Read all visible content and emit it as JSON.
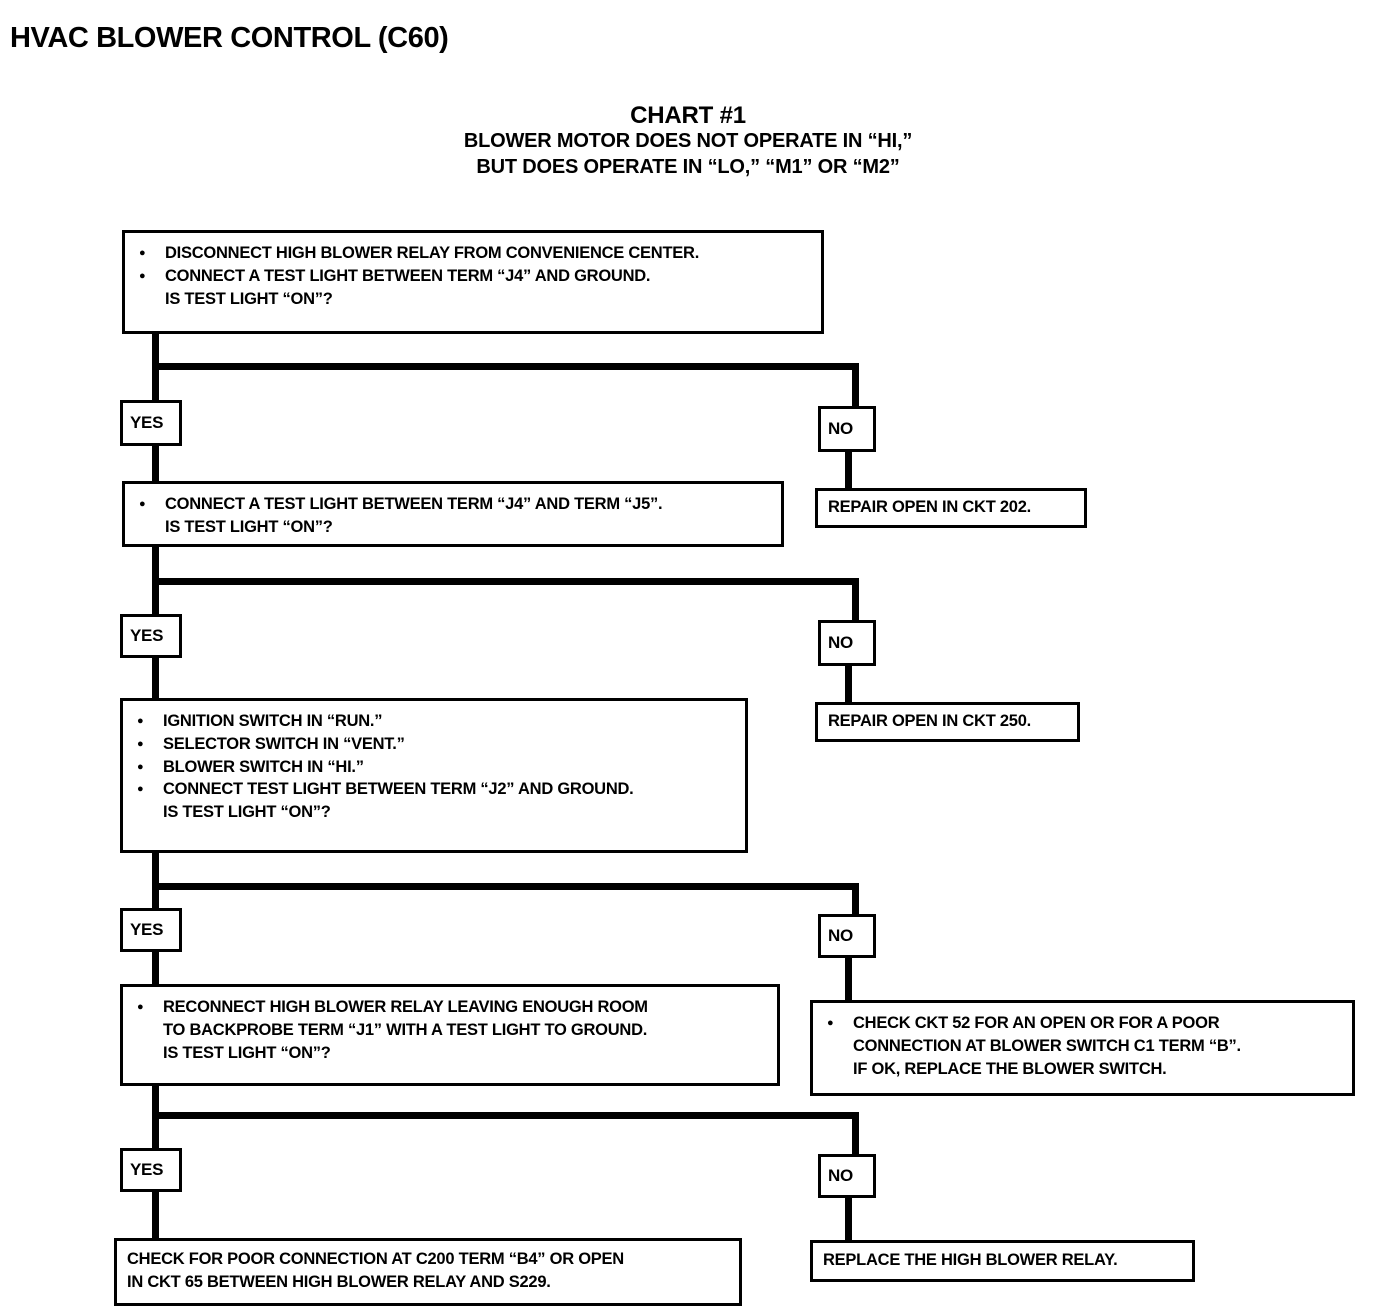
{
  "page": {
    "title": "HVAC BLOWER CONTROL (C60)"
  },
  "chart_header": {
    "chart_number": "CHART #1",
    "condition_line1": "BLOWER MOTOR DOES NOT OPERATE IN “HI,”",
    "condition_line2": "BUT DOES OPERATE IN “LO,” “M1” OR “M2”"
  },
  "labels": {
    "yes": "YES",
    "no": "NO"
  },
  "steps": {
    "step1": {
      "bullet1": "DISCONNECT HIGH BLOWER RELAY FROM CONVENIENCE CENTER.",
      "bullet2": "CONNECT A TEST LIGHT BETWEEN TERM “J4” AND GROUND.",
      "question": "IS TEST LIGHT “ON”?"
    },
    "step1_no": {
      "text": "REPAIR OPEN IN CKT 202."
    },
    "step2": {
      "bullet1": "CONNECT A TEST LIGHT BETWEEN TERM “J4” AND TERM “J5”.",
      "question": "IS TEST LIGHT “ON”?"
    },
    "step2_no": {
      "text": "REPAIR OPEN IN CKT 250."
    },
    "step3": {
      "bullet1": "IGNITION SWITCH IN “RUN.”",
      "bullet2": "SELECTOR SWITCH IN “VENT.”",
      "bullet3": "BLOWER SWITCH IN “HI.”",
      "bullet4": "CONNECT TEST LIGHT BETWEEN TERM “J2” AND GROUND.",
      "question": "IS TEST LIGHT “ON”?"
    },
    "step3_no": {
      "bullet1_line1": "CHECK CKT 52 FOR AN OPEN OR FOR A POOR",
      "bullet1_line2": "CONNECTION AT BLOWER SWITCH C1 TERM “B”.",
      "bullet1_line3": "IF OK, REPLACE THE BLOWER SWITCH."
    },
    "step4": {
      "bullet1_line1": "RECONNECT HIGH BLOWER RELAY LEAVING ENOUGH ROOM",
      "bullet1_line2": "TO BACKPROBE TERM “J1” WITH A TEST LIGHT TO GROUND.",
      "question": "IS TEST LIGHT “ON”?"
    },
    "step4_no": {
      "text": "REPLACE THE HIGH BLOWER RELAY."
    },
    "step4_yes": {
      "line1": "CHECK FOR POOR CONNECTION AT C200 TERM “B4” OR OPEN",
      "line2": "IN CKT 65 BETWEEN HIGH BLOWER RELAY AND S229."
    }
  }
}
